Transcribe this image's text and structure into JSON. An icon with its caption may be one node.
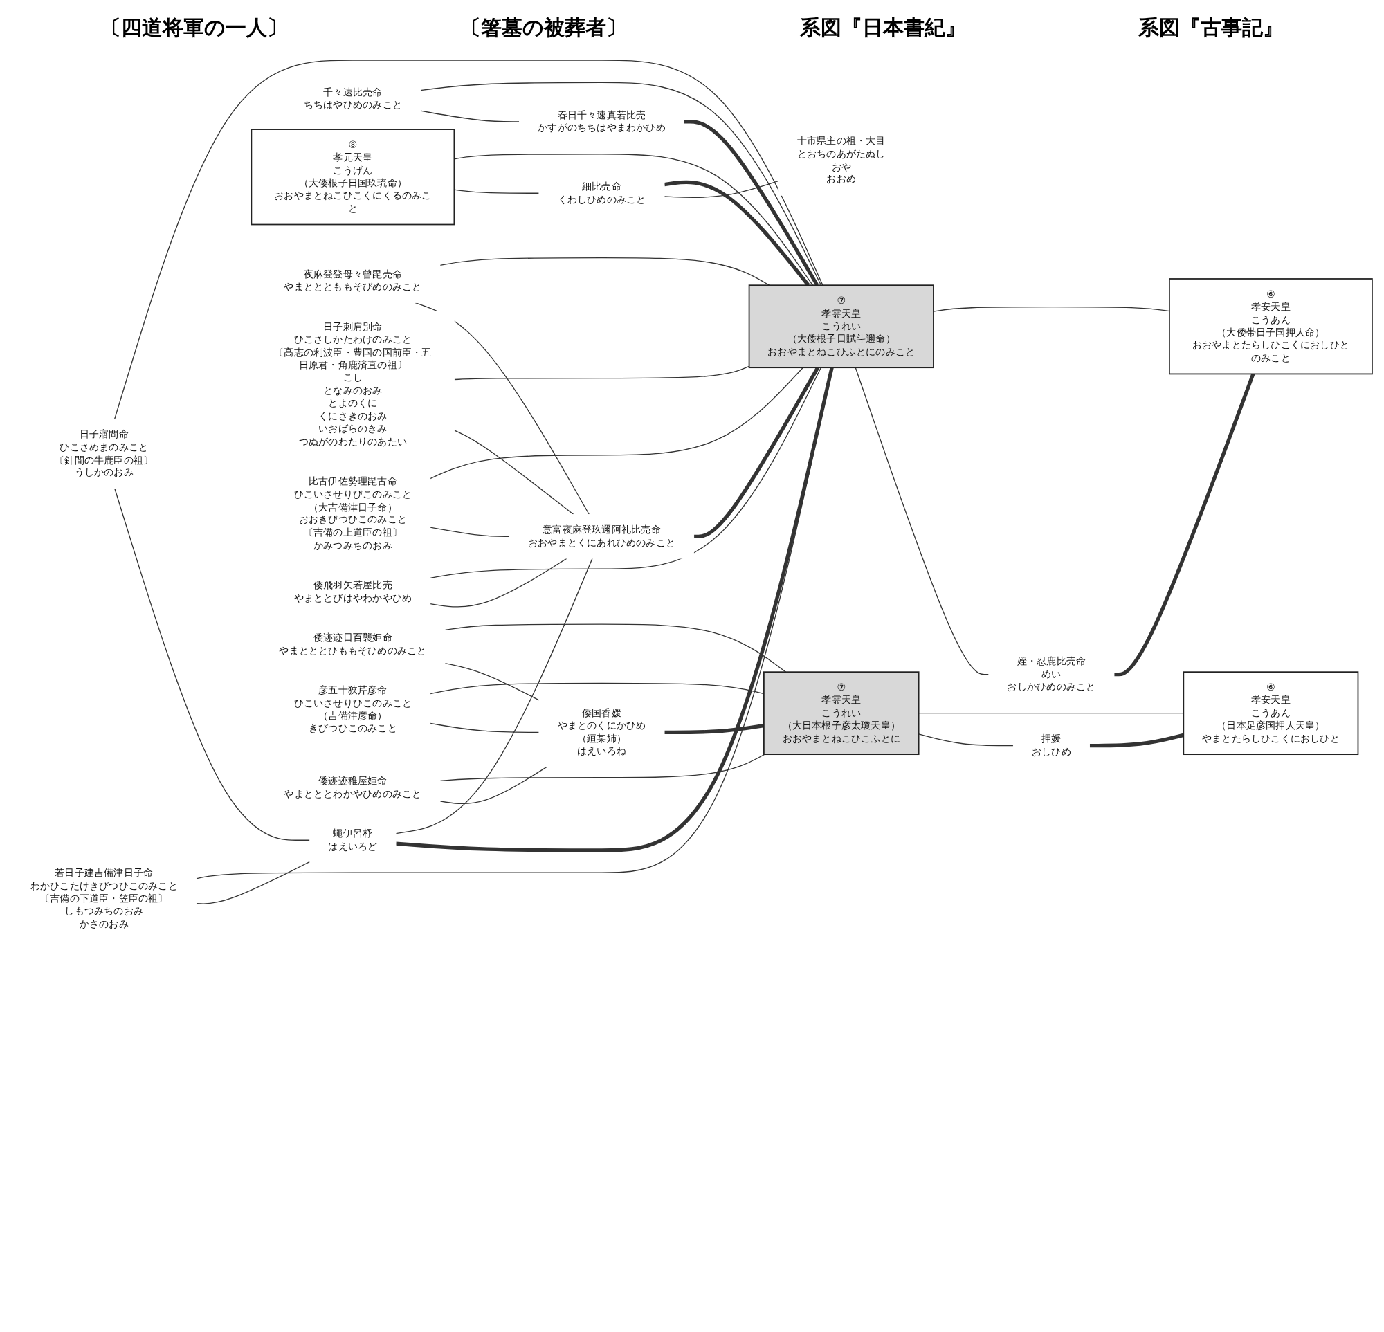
{
  "diagram": {
    "nodes": [
      {
        "text": [
          "姪・忍鹿比売命",
          "めい",
          "おしかひめのみこと"
        ]
      },
      {
        "text": [
          "⑥",
          "孝安天皇",
          "こうあん",
          "（大倭帯日子国押人命）",
          "おおやまとたらしひこくにおしひとのみこと"
        ]
      },
      {
        "text": [
          "⑦",
          "孝霊天皇",
          "こうれい",
          "（大倭根子日賦斗邇命）",
          "おおやまとねこひふとにのみこと"
        ]
      },
      {
        "text": [
          "意富夜麻登玖邇阿礼比売命",
          "おおやまとくにあれひめのみこと"
        ]
      },
      {
        "text": [
          "蠅伊呂杼",
          "はえいろど"
        ]
      },
      {
        "text": [
          "春日千々速真若比売",
          "かすがのちちはやまわかひめ"
        ]
      },
      {
        "text": [
          "千々速比売命",
          "ちちはやひめのみこと"
        ]
      },
      {
        "text": [
          "十市県主の祖・大目",
          "とおちのあがたぬし",
          "おや",
          "おおめ"
        ]
      },
      {
        "text": [
          "細比売命",
          "くわしひめのみこと"
        ]
      },
      {
        "text": [
          "⑧",
          "孝元天皇",
          "こうげん",
          "（大倭根子日国玖琉命）",
          "おおやまとねこひこくにくるのみこと"
        ]
      },
      {
        "text": [
          "夜麻登登母々曾毘売命",
          "やまとととももそびめのみこと"
        ]
      },
      {
        "text": [
          "日子刺肩別命",
          "ひこさしかたわけのみこと",
          "〔高志の利波臣・豊国の国前臣・五日原君・角鹿済直の祖〕",
          "こし",
          "となみのおみ",
          "とよのくに",
          "くにさきのおみ",
          "いおばらのきみ",
          "つぬがのわたりのあたい"
        ]
      },
      {
        "text": [
          "比古伊佐勢理毘古命",
          "ひこいさせりびこのみこと",
          "（大吉備津日子命）",
          "おおきびつひこのみこと",
          "〔吉備の上道臣の祖〕",
          "かみつみちのおみ"
        ]
      },
      {
        "text": [
          "倭飛羽矢若屋比売",
          "やまととびはやわかやひめ"
        ]
      },
      {
        "text": [
          "日子寤間命",
          "ひこさめまのみこと",
          "〔針間の牛鹿臣の祖〕",
          "うしかのおみ"
        ]
      },
      {
        "text": [
          "若日子建吉備津日子命",
          "わかひこたけきびつひこのみこと",
          "〔吉備の下道臣・笠臣の祖〕",
          "しもつみちのおみ",
          "かさのおみ"
        ]
      },
      {
        "text": [
          "押媛",
          "おしひめ"
        ]
      },
      {
        "text": [
          "⑥",
          "孝安天皇",
          "こうあん",
          "（日本足彦国押人天皇）",
          "やまとたらしひこくにおしひと"
        ]
      },
      {
        "text": [
          "⑦",
          "孝霊天皇",
          "こうれい",
          "（大日本根子彦太瓊天皇）",
          "おおやまとねこひこふとに"
        ]
      },
      {
        "text": [
          "倭国香媛",
          "やまとのくにかひめ",
          "（絙某姉）",
          "はえいろね"
        ]
      },
      {
        "text": [
          "倭迹迹日百襲姫命",
          "やまとととひももそひめのみこと"
        ]
      },
      {
        "text": [
          "彦五十狭芹彦命",
          "ひこいさせりひこのみこと",
          "（吉備津彦命）",
          "きびつひこのみこと"
        ]
      },
      {
        "text": [
          "倭迹迹稚屋姫命",
          "やまとととわかやひめのみこと"
        ]
      }
    ],
    "edges": [
      {
        "from": 1,
        "to": 0,
        "arrow": "none",
        "style": "thick"
      },
      {
        "from": 1,
        "to": 2,
        "arrow": "none"
      },
      {
        "from": 0,
        "to": 2,
        "arrow": "none"
      },
      {
        "from": 3,
        "to": 4,
        "arrow": "none"
      },
      {
        "from": 2,
        "to": 3,
        "arrow": "none",
        "style": "thick"
      },
      {
        "from": 2,
        "to": 4,
        "arrow": "none",
        "style": "thick"
      },
      {
        "from": 2,
        "to": 5,
        "arrow": "none",
        "style": "thick"
      },
      {
        "from": 2,
        "to": 8,
        "arrow": "none",
        "style": "thick"
      },
      {
        "from": 7,
        "to": 8,
        "arrow": "none"
      },
      {
        "from": 2,
        "to": 6,
        "arrow": "none"
      },
      {
        "from": 5,
        "to": 6,
        "arrow": "none"
      },
      {
        "from": 2,
        "to": 9,
        "arrow": "none"
      },
      {
        "from": 8,
        "to": 9,
        "arrow": "none"
      },
      {
        "from": 2,
        "to": 10,
        "arrow": "none"
      },
      {
        "from": 3,
        "to": 10,
        "arrow": "none"
      },
      {
        "from": 2,
        "to": 11,
        "arrow": "none"
      },
      {
        "from": 3,
        "to": 11,
        "arrow": "none"
      },
      {
        "from": 2,
        "to": 12,
        "arrow": "none"
      },
      {
        "from": 3,
        "to": 12,
        "arrow": "none"
      },
      {
        "from": 2,
        "to": 13,
        "arrow": "none"
      },
      {
        "from": 3,
        "to": 13,
        "arrow": "none"
      },
      {
        "from": 2,
        "to": 14,
        "arrow": "none"
      },
      {
        "from": 4,
        "to": 14,
        "arrow": "none"
      },
      {
        "from": 2,
        "to": 15,
        "arrow": "none"
      },
      {
        "from": 4,
        "to": 15,
        "arrow": "none"
      },
      {
        "from": 17,
        "to": 16,
        "arrow": "none",
        "style": "thick"
      },
      {
        "from": 17,
        "to": 18,
        "arrow": "none"
      },
      {
        "from": 16,
        "to": 18,
        "arrow": "none"
      },
      {
        "from": 18,
        "to": 19,
        "arrow": "none",
        "style": "thick"
      },
      {
        "from": 18,
        "to": 20,
        "arrow": "none"
      },
      {
        "from": 19,
        "to": 20,
        "arrow": "none"
      },
      {
        "from": 18,
        "to": 21,
        "arrow": "none"
      },
      {
        "from": 19,
        "to": 21,
        "arrow": "none"
      },
      {
        "from": 18,
        "to": 22,
        "arrow": "none"
      },
      {
        "from": 19,
        "to": 22,
        "arrow": "none"
      }
    ],
    "labels": [
      "系図『古事記』",
      "系図『日本書紀』",
      "〔箸墓の被葬者〕",
      "〔四道将軍の一人〕"
    ]
  }
}
